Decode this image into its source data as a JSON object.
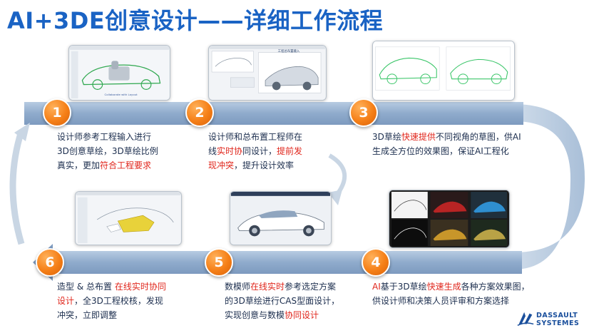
{
  "title": "AI+3DE创意设计——详细工作流程",
  "colors": {
    "title": "#1a63c4",
    "track": "#8fa9c8",
    "node": "#f57f17",
    "highlight": "#e0261c"
  },
  "steps": [
    {
      "number": "1",
      "segments": [
        {
          "text": "设计师参考工程输入进行",
          "hl": false
        },
        {
          "text": "\n3D创意草绘，3D草绘比例",
          "hl": false
        },
        {
          "text": "\n真实，更加",
          "hl": false
        },
        {
          "text": "符合工程要求",
          "hl": true
        }
      ]
    },
    {
      "number": "2",
      "segments": [
        {
          "text": "设计师和总布置工程师在",
          "hl": false
        },
        {
          "text": "\n线",
          "hl": false
        },
        {
          "text": "实时协",
          "hl": true
        },
        {
          "text": "同设计，",
          "hl": false
        },
        {
          "text": "提前发",
          "hl": true
        },
        {
          "text": "\n现冲突",
          "hl": true
        },
        {
          "text": "，提升设计效率",
          "hl": false
        }
      ]
    },
    {
      "number": "3",
      "segments": [
        {
          "text": "3D草绘",
          "hl": false
        },
        {
          "text": "快速提供",
          "hl": true
        },
        {
          "text": "不同视角的草图，供AI",
          "hl": false
        },
        {
          "text": "\n生成全方位的效果图，保证AI工程化",
          "hl": false
        }
      ]
    },
    {
      "number": "4",
      "segments": [
        {
          "text": "AI",
          "hl": true
        },
        {
          "text": "基于3D草绘",
          "hl": false
        },
        {
          "text": "快速生成",
          "hl": true
        },
        {
          "text": "各种方案效果图，",
          "hl": false
        },
        {
          "text": "\n供设计师和决策人员评审和方案选择",
          "hl": false
        }
      ]
    },
    {
      "number": "5",
      "segments": [
        {
          "text": "数模师",
          "hl": false
        },
        {
          "text": "在线实时",
          "hl": true
        },
        {
          "text": "参考选定方案",
          "hl": false
        },
        {
          "text": "\n的3D草绘进行CAS型面设计，",
          "hl": false
        },
        {
          "text": "\n实现创意与数模",
          "hl": false
        },
        {
          "text": "协同设计",
          "hl": true
        }
      ]
    },
    {
      "number": "6",
      "segments": [
        {
          "text": "造型 & 总布置 ",
          "hl": false
        },
        {
          "text": "在线实时协同",
          "hl": true
        },
        {
          "text": "\n设计",
          "hl": true
        },
        {
          "text": "，全3D工程校核，发现",
          "hl": false
        },
        {
          "text": "\n冲突，立即调整",
          "hl": false
        }
      ]
    }
  ],
  "screenshots": [
    {
      "label": "Collaborate with Layout"
    },
    {
      "label": "工程总布置输入"
    },
    {
      "label": ""
    },
    {
      "label": ""
    },
    {
      "label": ""
    },
    {
      "label": ""
    }
  ],
  "logo": {
    "line1": "DASSAULT",
    "line2": "SYSTEMES",
    "icon": "3ds-logo-icon"
  }
}
